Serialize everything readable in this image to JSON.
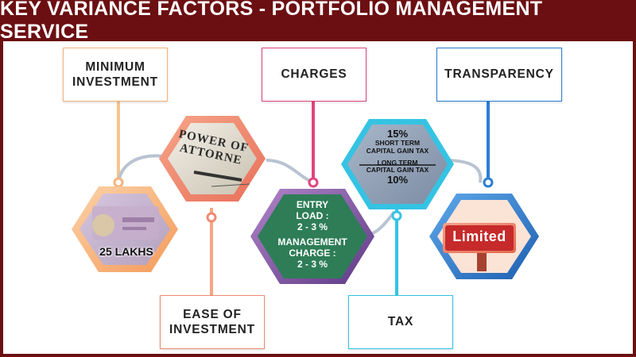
{
  "title": "KEY VARIANCE FACTORS - PORTFOLIO MANAGEMENT SERVICE",
  "colors": {
    "header_bg": "#6b0f12",
    "orange": "#f7b27a",
    "salmon": "#f08a72",
    "pink": "#e0457e",
    "green": "#2e7d57",
    "purple_border": "#7a4f9a",
    "slate": "#8f9fb5",
    "cyan": "#35c3e3",
    "blue": "#2a7fd4",
    "red": "#c62a2a"
  },
  "factors": {
    "minimum_investment": {
      "label_line1": "MINIMUM",
      "label_line2": "INVESTMENT",
      "value": "25 LAKHS"
    },
    "ease_of_investment": {
      "label_line1": "EASE OF",
      "label_line2": "INVESTMENT",
      "image_text_line1": "POWER OF",
      "image_text_line2": "ATTORNE"
    },
    "charges": {
      "label": "CHARGES",
      "entry_line1": "ENTRY",
      "entry_line2": "LOAD :",
      "entry_value": "2 - 3 %",
      "mgmt_line1": "MANAGEMENT",
      "mgmt_line2": "CHARGE :",
      "mgmt_value": "2 - 3 %"
    },
    "tax": {
      "label": "TAX",
      "short_rate": "15%",
      "short_line1": "SHORT TERM",
      "short_line2": "CAPITAL GAIN TAX",
      "long_line1": "LONG TERM",
      "long_line2": "CAPITAL GAIN TAX",
      "long_rate": "10%"
    },
    "transparency": {
      "label": "TRANSPARENCY",
      "value": "Limited"
    }
  }
}
